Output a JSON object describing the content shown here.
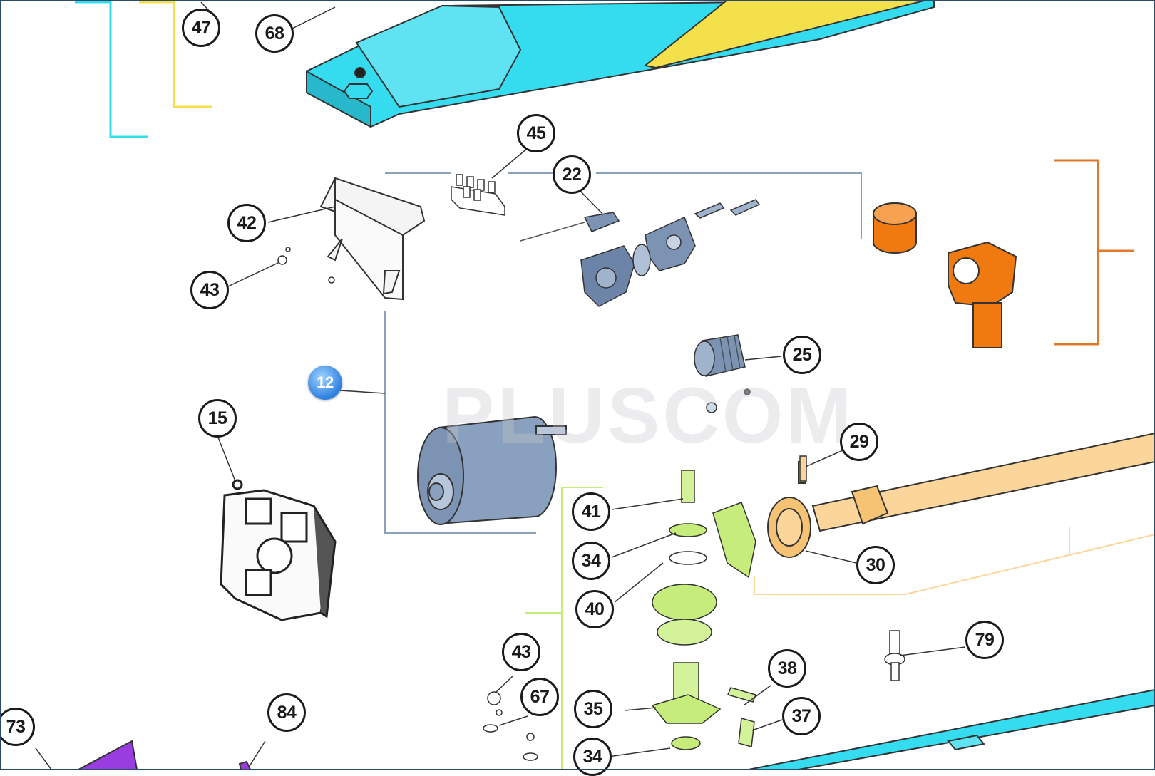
{
  "watermark": "PLUSCOM",
  "colors": {
    "blue": "#35dcf0",
    "yellow": "#f3e04a",
    "orange": "#f07a10",
    "tan": "#fbd59a",
    "lime": "#c6ec7c",
    "steel": "#7c93b3",
    "purple": "#9a3de0",
    "active": "#2f7fe0"
  },
  "callouts": [
    {
      "label": "47",
      "active": false
    },
    {
      "label": "68",
      "active": false
    },
    {
      "label": "45",
      "active": false
    },
    {
      "label": "22",
      "active": false
    },
    {
      "label": "42",
      "active": false
    },
    {
      "label": "43",
      "active": false
    },
    {
      "label": "25",
      "active": false
    },
    {
      "label": "12",
      "active": true
    },
    {
      "label": "15",
      "active": false
    },
    {
      "label": "29",
      "active": false
    },
    {
      "label": "41",
      "active": false
    },
    {
      "label": "34",
      "active": false
    },
    {
      "label": "30",
      "active": false
    },
    {
      "label": "40",
      "active": false
    },
    {
      "label": "79",
      "active": false
    },
    {
      "label": "43",
      "active": false
    },
    {
      "label": "38",
      "active": false
    },
    {
      "label": "67",
      "active": false
    },
    {
      "label": "35",
      "active": false
    },
    {
      "label": "37",
      "active": false
    },
    {
      "label": "73",
      "active": false
    },
    {
      "label": "84",
      "active": false
    },
    {
      "label": "34",
      "active": false
    }
  ]
}
